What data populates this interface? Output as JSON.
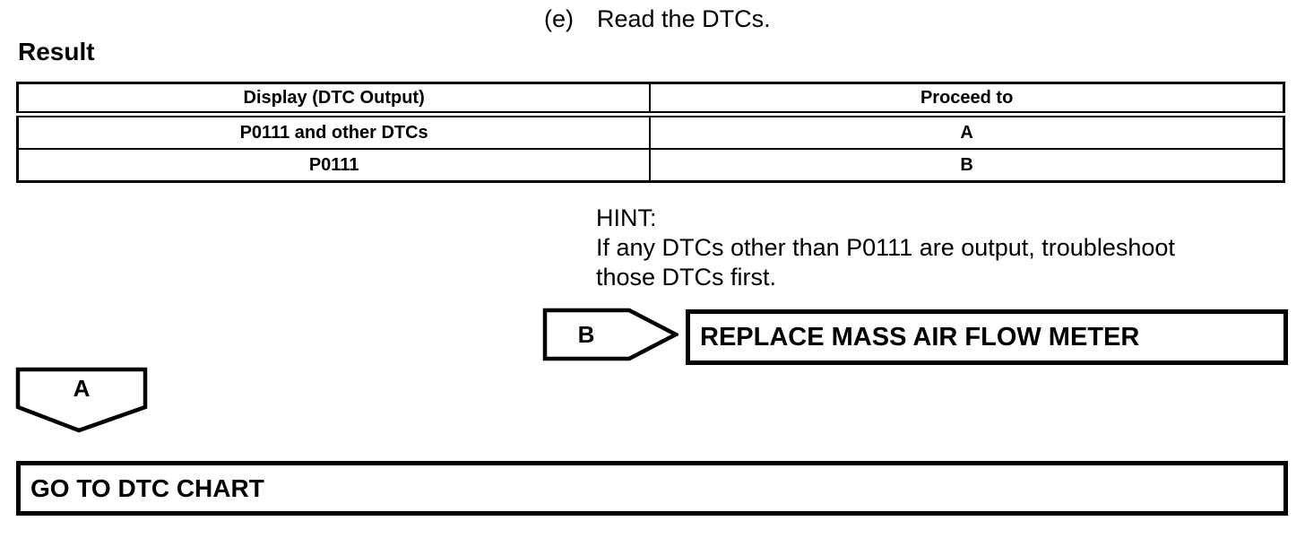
{
  "step": {
    "label": "(e)",
    "text": "Read the DTCs."
  },
  "result": {
    "heading": "Result"
  },
  "result_table": {
    "headers": {
      "display": "Display (DTC Output)",
      "proceed": "Proceed to"
    },
    "rows": [
      {
        "display": "P0111 and other DTCs",
        "proceed": "A"
      },
      {
        "display": "P0111",
        "proceed": "B"
      }
    ]
  },
  "hint": {
    "label": "HINT:",
    "line1": "If any DTCs other than P0111 are output, troubleshoot",
    "line2": "those DTCs first."
  },
  "flow": {
    "connector_b": "B",
    "connector_a": "A",
    "replace_action": "REPLACE MASS AIR FLOW METER",
    "goto_action": "GO TO DTC CHART"
  },
  "colors": {
    "ink": "#000000",
    "paper": "#ffffff"
  }
}
